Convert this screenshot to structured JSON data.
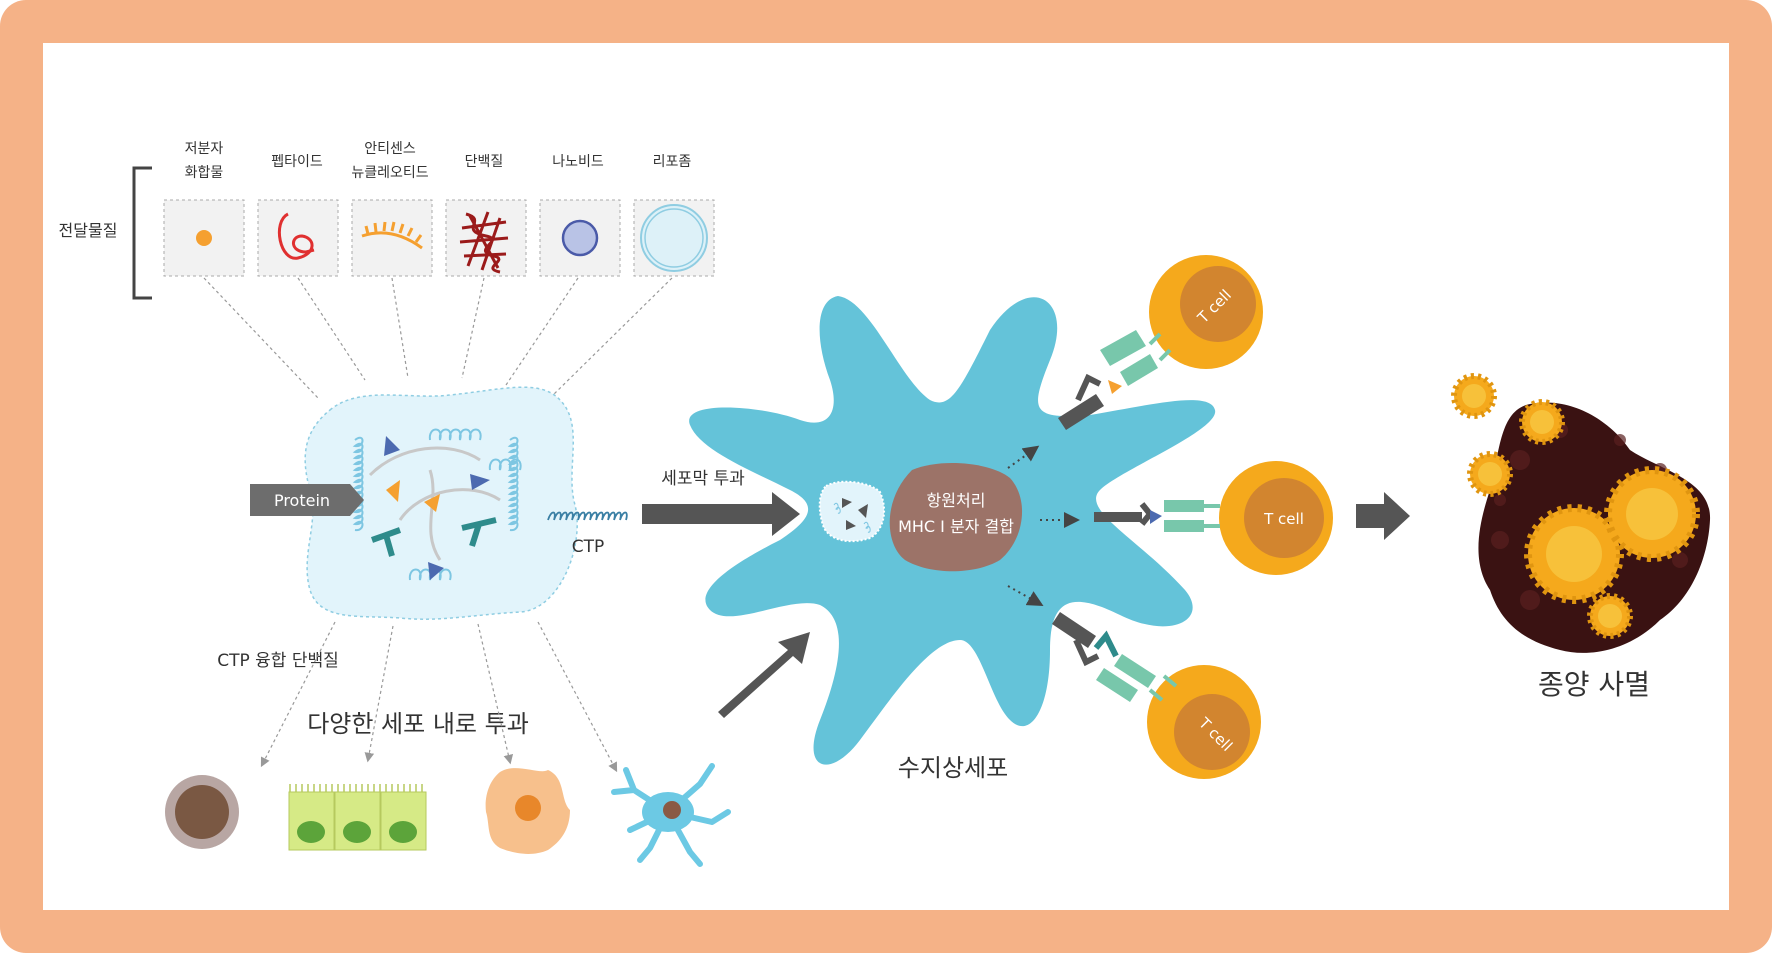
{
  "carriers": {
    "group_label": "전달물질",
    "items": [
      {
        "line1": "저분자",
        "line2": "화합물"
      },
      {
        "line1": "펩타이드",
        "line2": ""
      },
      {
        "line1": "안티센스",
        "line2": "뉴클레오티드"
      },
      {
        "line1": "단백질",
        "line2": ""
      },
      {
        "line1": "나노비드",
        "line2": ""
      },
      {
        "line1": "리포좀",
        "line2": ""
      }
    ]
  },
  "ctp": {
    "protein_label": "Protein",
    "ctp_label": "CTP",
    "fusion_label": "CTP 융합 단백질",
    "penetration_label": "다양한 세포 내로 투과"
  },
  "dendritic": {
    "membrane_label": "세포막 투과",
    "processing_line1": "항원처리",
    "processing_line2": "MHC I 분자 결합",
    "cell_label": "수지상세포"
  },
  "tcells": [
    "T cell",
    "T cell",
    "T cell"
  ],
  "outcome": {
    "label": "종양 사멸"
  },
  "colors": {
    "frame": "#f5b287",
    "dendritic": "#64c3d9",
    "tcell_outer": "#f5a91c",
    "tcell_inner": "#d2852f",
    "tumor": "#3a1212",
    "arrow": "#555555"
  }
}
